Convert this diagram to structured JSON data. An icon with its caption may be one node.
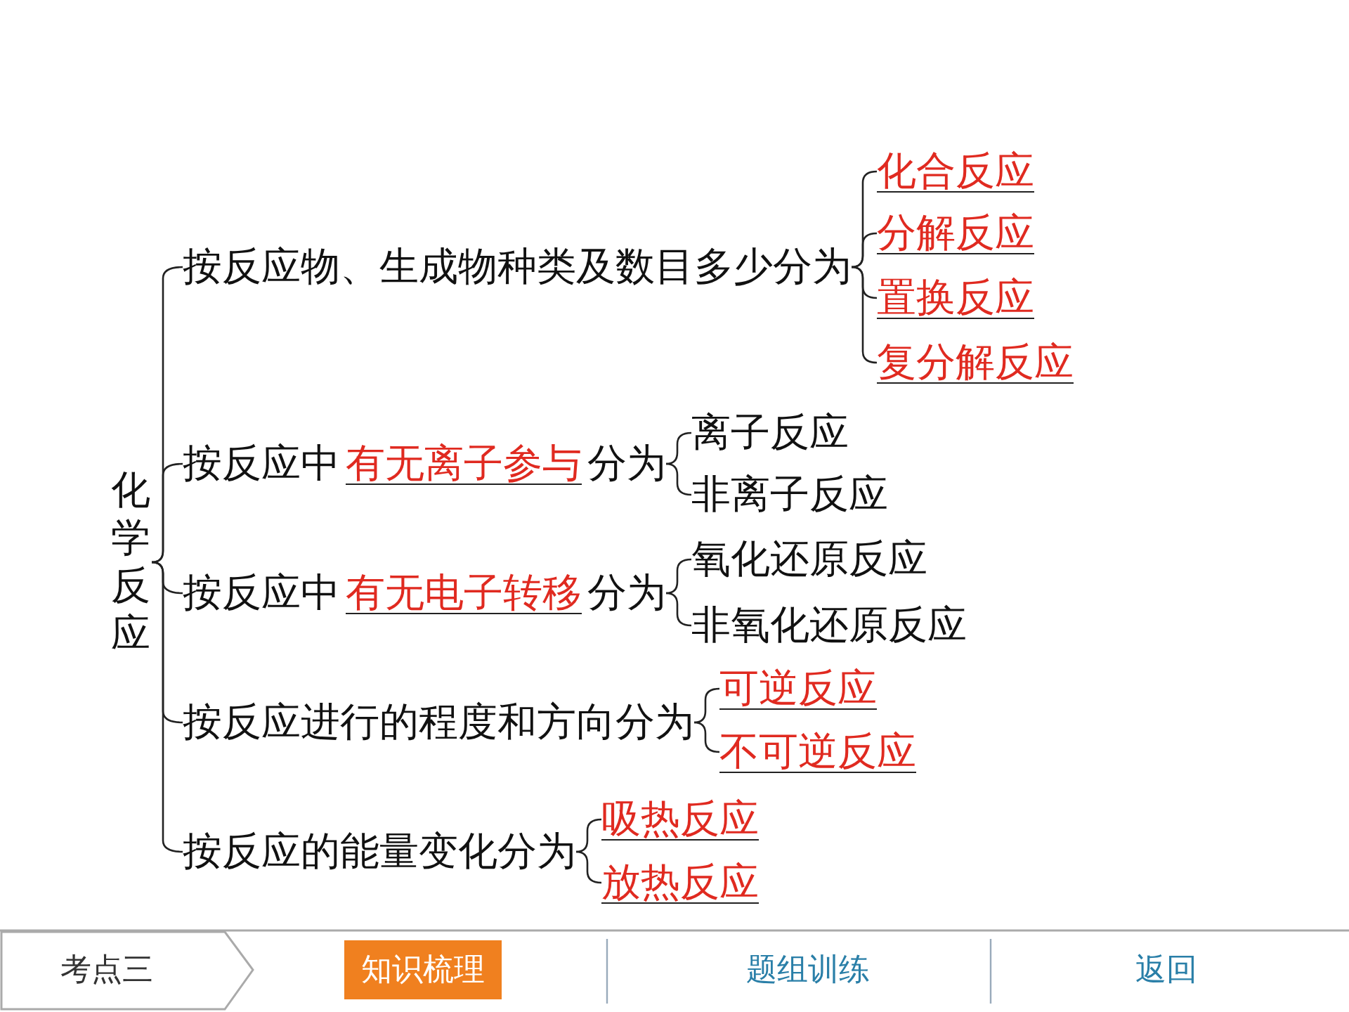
{
  "diagram": {
    "nodes": [
      {
        "text": [
          "化学反应"
        ]
      },
      {
        "text": [
          "按反应物、生成物种类及数目多少分为"
        ]
      },
      {
        "text": [
          "化合反应"
        ]
      },
      {
        "text": [
          "分解反应"
        ]
      },
      {
        "text": [
          "置换反应"
        ]
      },
      {
        "text": [
          "复分解反应"
        ]
      },
      {
        "text": [
          "按反应中",
          "有无离子参与",
          "分为"
        ]
      },
      {
        "text": [
          "离子反应"
        ]
      },
      {
        "text": [
          "非离子反应"
        ]
      },
      {
        "text": [
          "按反应中",
          "有无电子转移",
          "分为"
        ]
      },
      {
        "text": [
          "氧化还原反应"
        ]
      },
      {
        "text": [
          "非氧化还原反应"
        ]
      },
      {
        "text": [
          "按反应进行的程度和方向分为"
        ]
      },
      {
        "text": [
          "可逆反应"
        ]
      },
      {
        "text": [
          "不可逆反应"
        ]
      },
      {
        "text": [
          "按反应的能量变化分为"
        ]
      },
      {
        "text": [
          "吸热反应"
        ]
      },
      {
        "text": [
          "放热反应"
        ]
      }
    ],
    "edges": [
      {
        "from": 0,
        "to": 1,
        "arrow": "none"
      },
      {
        "from": 0,
        "to": 6,
        "arrow": "none"
      },
      {
        "from": 0,
        "to": 9,
        "arrow": "none"
      },
      {
        "from": 0,
        "to": 12,
        "arrow": "none"
      },
      {
        "from": 0,
        "to": 15,
        "arrow": "none"
      },
      {
        "from": 1,
        "to": 2,
        "arrow": "none"
      },
      {
        "from": 1,
        "to": 3,
        "arrow": "none"
      },
      {
        "from": 1,
        "to": 4,
        "arrow": "none"
      },
      {
        "from": 1,
        "to": 5,
        "arrow": "none"
      },
      {
        "from": 6,
        "to": 7,
        "arrow": "none"
      },
      {
        "from": 6,
        "to": 8,
        "arrow": "none"
      },
      {
        "from": 9,
        "to": 10,
        "arrow": "none"
      },
      {
        "from": 9,
        "to": 11,
        "arrow": "none"
      },
      {
        "from": 12,
        "to": 13,
        "arrow": "none"
      },
      {
        "from": 12,
        "to": 14,
        "arrow": "none"
      },
      {
        "from": 15,
        "to": 16,
        "arrow": "none"
      },
      {
        "from": 15,
        "to": 17,
        "arrow": "none"
      }
    ],
    "labels": [
      "考点三",
      "知识梳理",
      "题组训练",
      "返回"
    ]
  }
}
